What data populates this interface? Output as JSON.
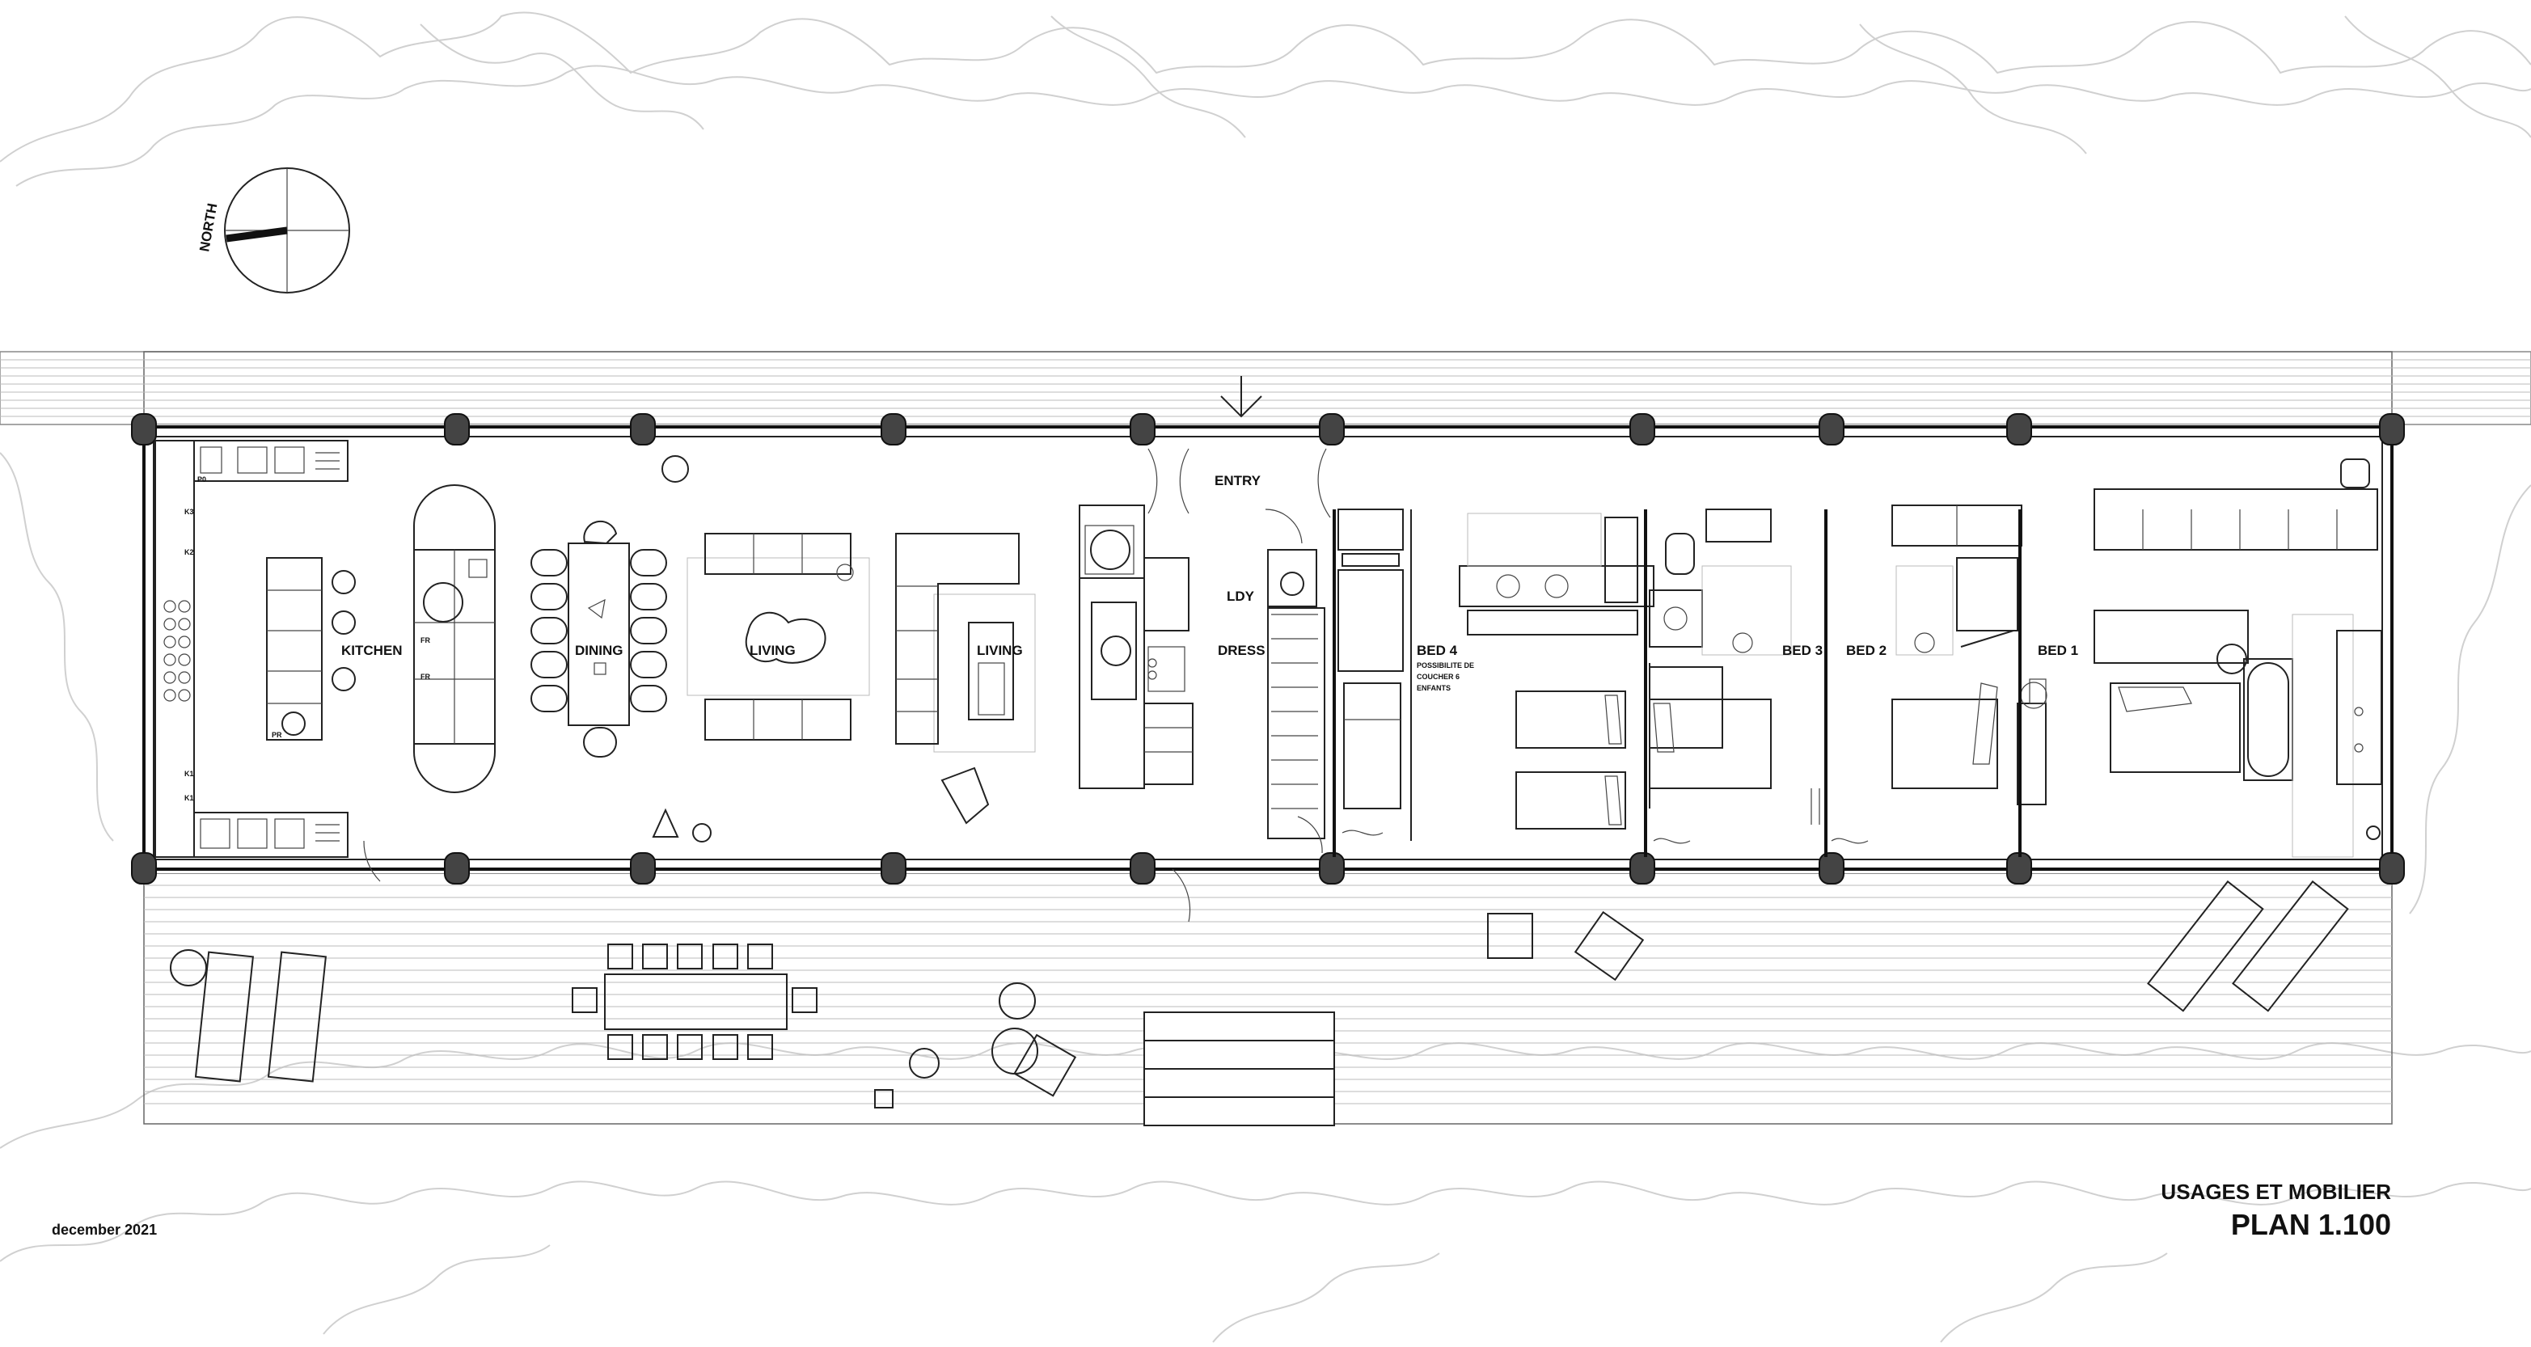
{
  "title": {
    "line1": "USAGES ET MOBILIER",
    "line2": "PLAN 1.100"
  },
  "date": "december 2021",
  "north_label": "NORTH",
  "rooms": {
    "kitchen": "KITCHEN",
    "dining": "DINING",
    "living_1": "LIVING",
    "living_2": "LIVING",
    "entry": "ENTRY",
    "ldy": "LDY",
    "dress": "DRESS",
    "bed4": "BED 4",
    "bed4_note_1": "POSSIBILITE DE",
    "bed4_note_2": "COUCHER 6",
    "bed4_note_3": "ENFANTS",
    "bed3": "BED 3",
    "bed2": "BED 2",
    "bed1": "BED 1"
  },
  "appliance_tags": {
    "p0": "P0",
    "k1": "K1",
    "k2": "K2",
    "k3": "K3",
    "fr": "FR",
    "frig": "FR",
    "pr": "PR",
    "k1b": "K1"
  },
  "colors": {
    "line": "#222222",
    "wall": "#111111",
    "vegetation": "#d0d0d0",
    "deck": "#bbbbbb"
  }
}
